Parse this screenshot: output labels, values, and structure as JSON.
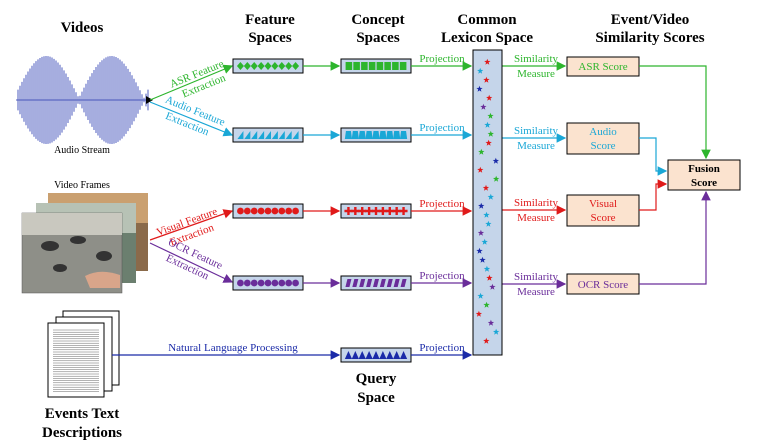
{
  "headers": {
    "videos": "Videos",
    "feature_spaces": [
      "Feature",
      "Spaces"
    ],
    "concept_spaces": [
      "Concept",
      "Spaces"
    ],
    "common_lexicon": [
      "Common",
      "Lexicon Space"
    ],
    "scores": [
      "Event/Video",
      "Similarity Scores"
    ]
  },
  "inputs": {
    "audio_stream": "Audio Stream",
    "video_frames": "Video Frames",
    "events_text": [
      "Events Text",
      "Descriptions"
    ]
  },
  "pipelines": [
    {
      "id": "asr",
      "color": "#2db52d",
      "extract": [
        "ASR Feature",
        "Extraction"
      ],
      "projection": "Projection",
      "similarity": [
        "Similarity",
        "Measure"
      ],
      "score": [
        "ASR Score"
      ]
    },
    {
      "id": "audio",
      "color": "#1aa7d6",
      "extract": [
        "Audio Feature",
        "Extraction"
      ],
      "projection": "Projection",
      "similarity": [
        "Similarity",
        "Measure"
      ],
      "score": [
        "Audio",
        "Score"
      ]
    },
    {
      "id": "visual",
      "color": "#e01a1a",
      "extract": [
        "Visual Feature",
        "Extraction"
      ],
      "projection": "Projection",
      "similarity": [
        "Similarity",
        "Measure"
      ],
      "score": [
        "Visual",
        "Score"
      ]
    },
    {
      "id": "ocr",
      "color": "#6a2d9a",
      "extract": [
        "OCR Feature",
        "Extraction"
      ],
      "projection": "Projection",
      "similarity": [
        "Similarity",
        "Measure"
      ],
      "score": [
        "OCR Score"
      ]
    }
  ],
  "query": {
    "nlp": "Natural Language Processing",
    "projection": "Projection",
    "space": [
      "Query",
      "Space"
    ],
    "color": "#1a2aa8"
  },
  "fusion": [
    "Fusion",
    "Score"
  ],
  "colors": {
    "feature_box": "#c5d5ea",
    "score_box": "#fbe3cf",
    "lexicon": "#c5d5ea"
  }
}
